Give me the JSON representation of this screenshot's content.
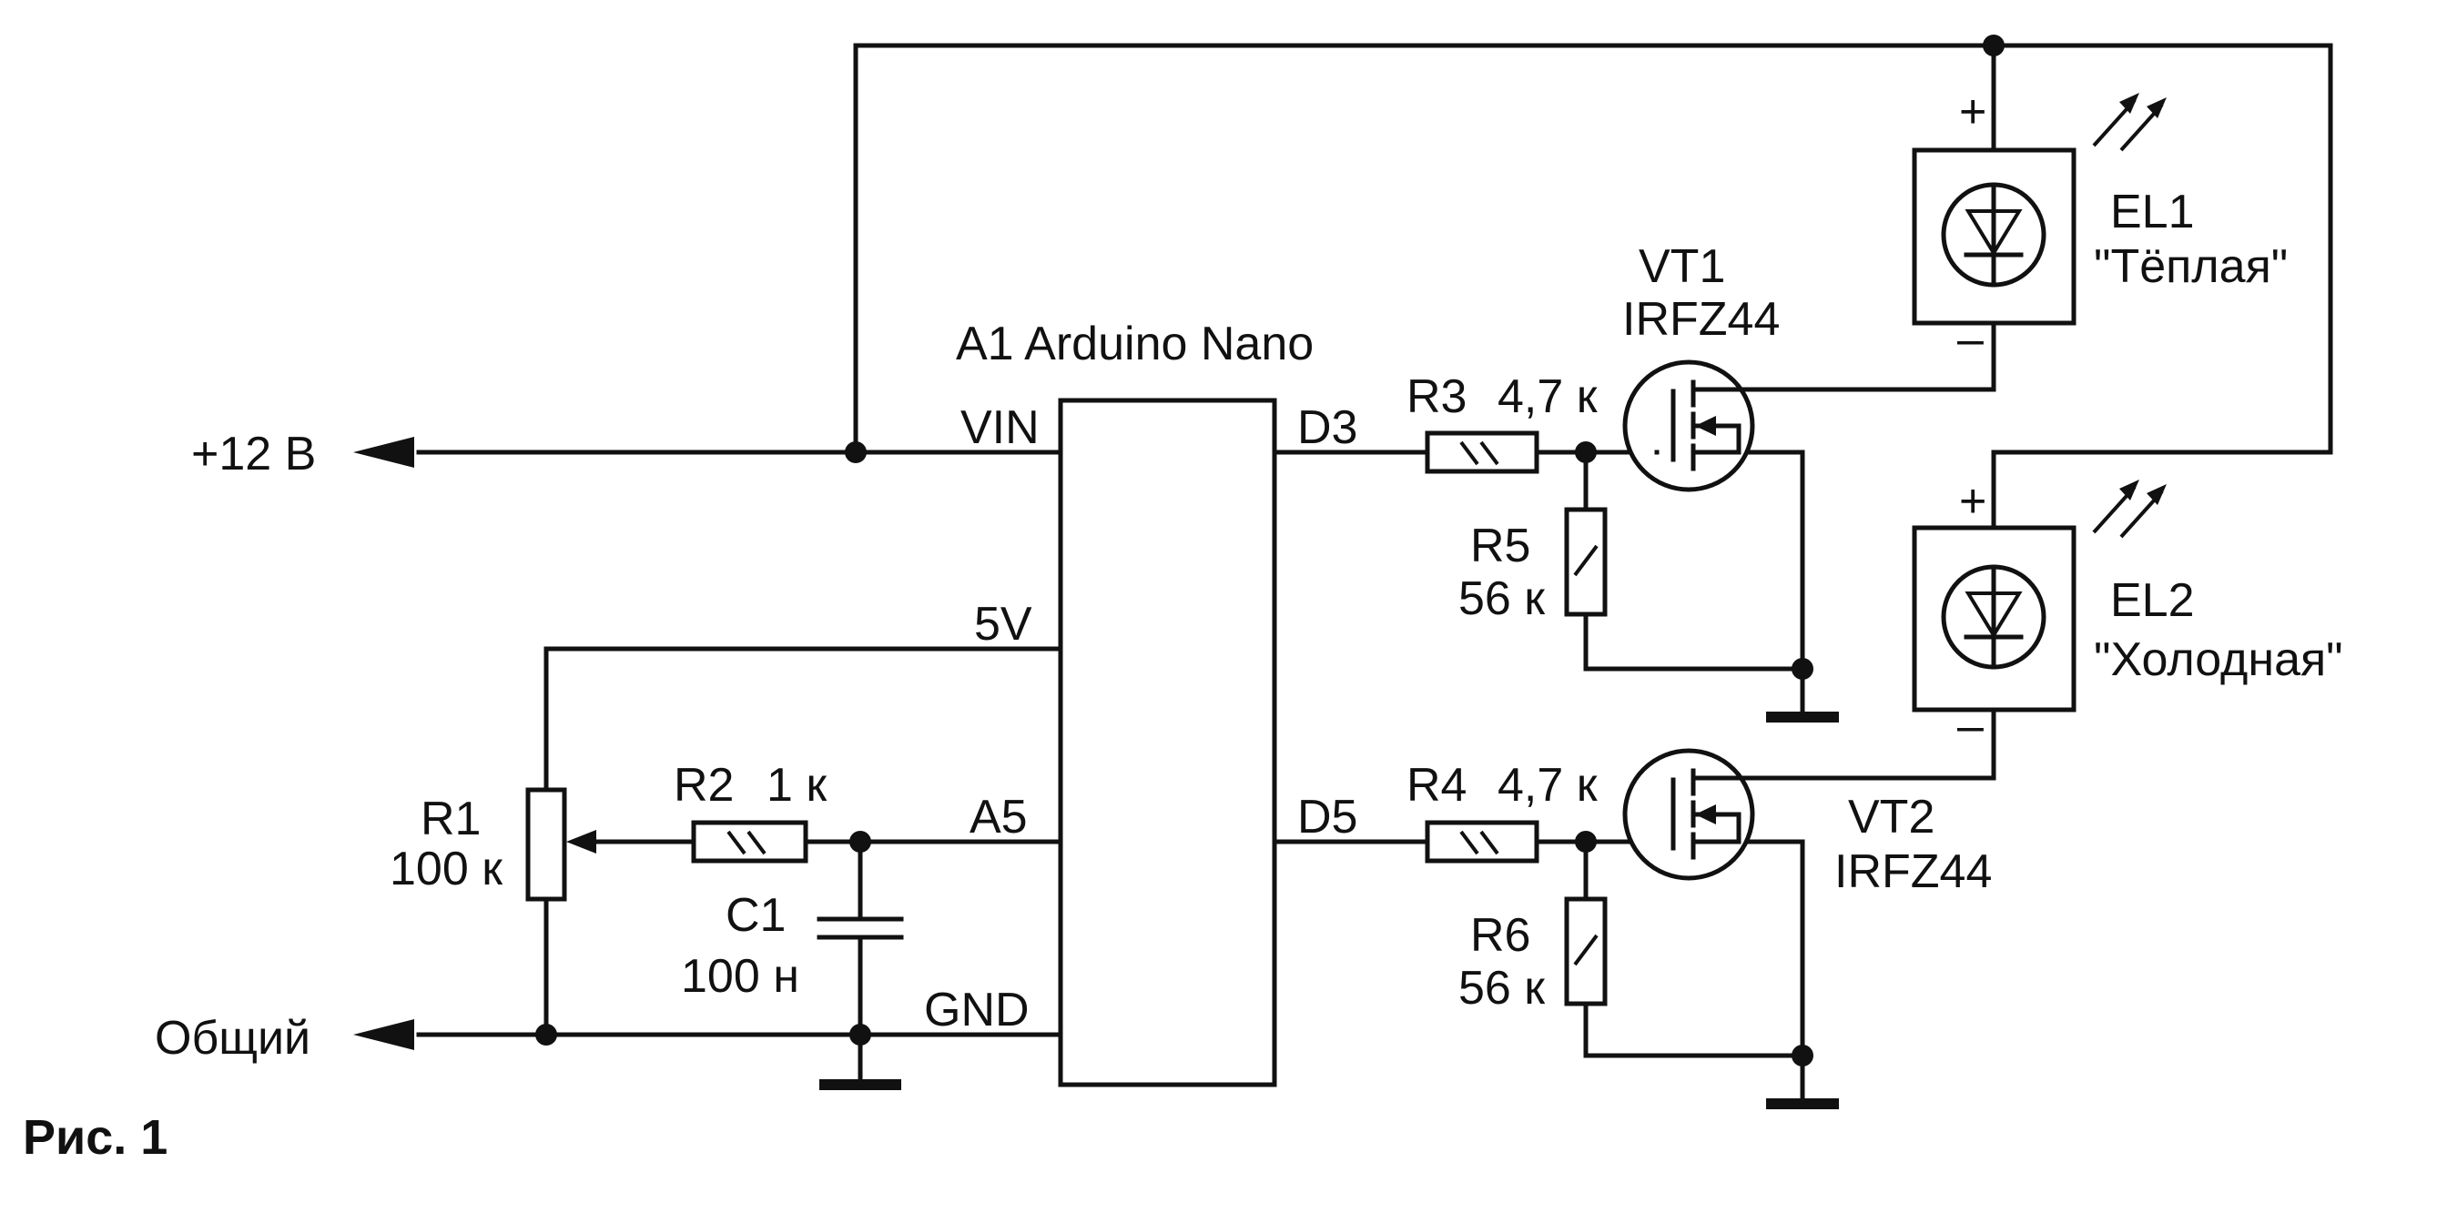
{
  "figure_caption": "Рис. 1",
  "module": {
    "label": "A1 Arduino Nano",
    "pins": {
      "vin": "VIN",
      "v5": "5V",
      "a5": "A5",
      "gnd": "GND",
      "d3": "D3",
      "d5": "D5"
    }
  },
  "terminals": {
    "plus12": "+12 В",
    "common": "Общий"
  },
  "r1": {
    "ref": "R1",
    "value": "100 к"
  },
  "r2": {
    "ref": "R2",
    "value": "1 к"
  },
  "c1": {
    "ref": "C1",
    "value": "100 н"
  },
  "r3": {
    "ref": "R3",
    "value": "4,7 к"
  },
  "r4": {
    "ref": "R4",
    "value": "4,7 к"
  },
  "r5": {
    "ref": "R5",
    "value": "56 к"
  },
  "r6": {
    "ref": "R6",
    "value": "56 к"
  },
  "vt1": {
    "ref": "VT1",
    "part": "IRFZ44"
  },
  "vt2": {
    "ref": "VT2",
    "part": "IRFZ44"
  },
  "el1": {
    "ref": "EL1",
    "name": "\"Тёплая\""
  },
  "el2": {
    "ref": "EL2",
    "name": "\"Холодная\""
  },
  "polarity": {
    "plus": "+",
    "minus": "–"
  }
}
